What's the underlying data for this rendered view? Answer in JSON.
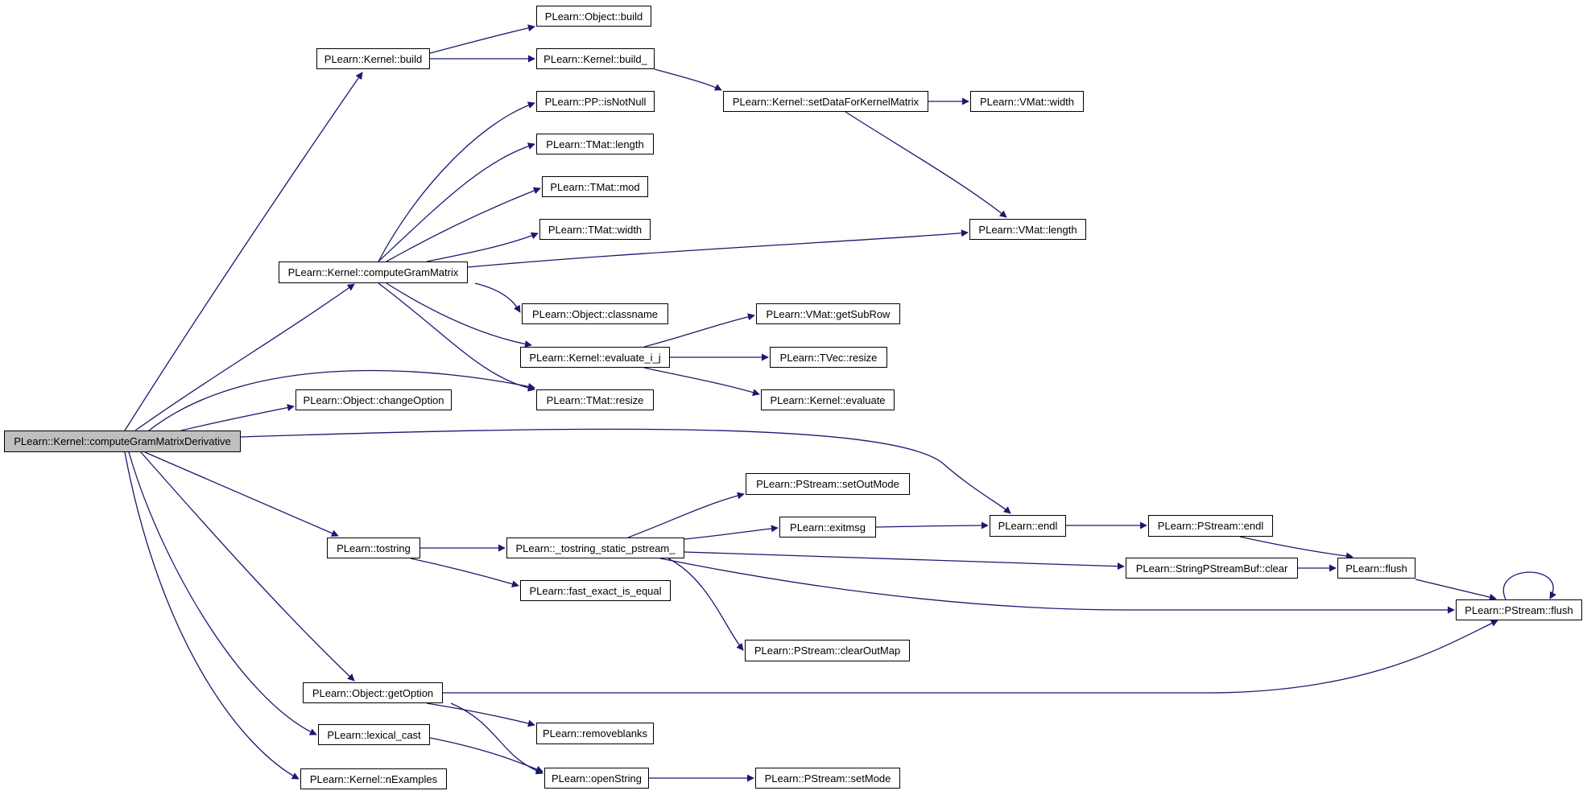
{
  "colors": {
    "edge": "#191970",
    "node_border": "#000000",
    "root_fill": "#bfbfbf",
    "node_fill": "#ffffff"
  },
  "nodes": {
    "root": "PLearn::Kernel::computeGramMatrixDerivative",
    "kernel_build": "PLearn::Kernel::build",
    "object_build": "PLearn::Object::build",
    "kernel_build_": "PLearn::Kernel::build_",
    "setdata": "PLearn::Kernel::setDataForKernelMatrix",
    "vmat_width": "PLearn::VMat::width",
    "vmat_length": "PLearn::VMat::length",
    "pp_isnotnull": "PLearn::PP::isNotNull",
    "tmat_length": "PLearn::TMat::length",
    "tmat_mod": "PLearn::TMat::mod",
    "tmat_width": "PLearn::TMat::width",
    "compute_gram": "PLearn::Kernel::computeGramMatrix",
    "object_classname": "PLearn::Object::classname",
    "vmat_getsubrow": "PLearn::VMat::getSubRow",
    "evaluate_i_j": "PLearn::Kernel::evaluate_i_j",
    "tvec_resize": "PLearn::TVec::resize",
    "kernel_evaluate": "PLearn::Kernel::evaluate",
    "tmat_resize": "PLearn::TMat::resize",
    "change_option": "PLearn::Object::changeOption",
    "pstream_setoutmode": "PLearn::PStream::setOutMode",
    "exitmsg": "PLearn::exitmsg",
    "endl": "PLearn::endl",
    "pstream_endl": "PLearn::PStream::endl",
    "tostring": "PLearn::tostring",
    "tostring_static": "PLearn::_tostring_static_pstream_",
    "fast_exact": "PLearn::fast_exact_is_equal",
    "stringbuf_clear": "PLearn::StringPStreamBuf::clear",
    "flush": "PLearn::flush",
    "pstream_flush": "PLearn::PStream::flush",
    "clear_outmap": "PLearn::PStream::clearOutMap",
    "get_option": "PLearn::Object::getOption",
    "removeblanks": "PLearn::removeblanks",
    "lexical_cast": "PLearn::lexical_cast",
    "open_string": "PLearn::openString",
    "nexamples": "PLearn::Kernel::nExamples",
    "pstream_setmode": "PLearn::PStream::setMode"
  }
}
